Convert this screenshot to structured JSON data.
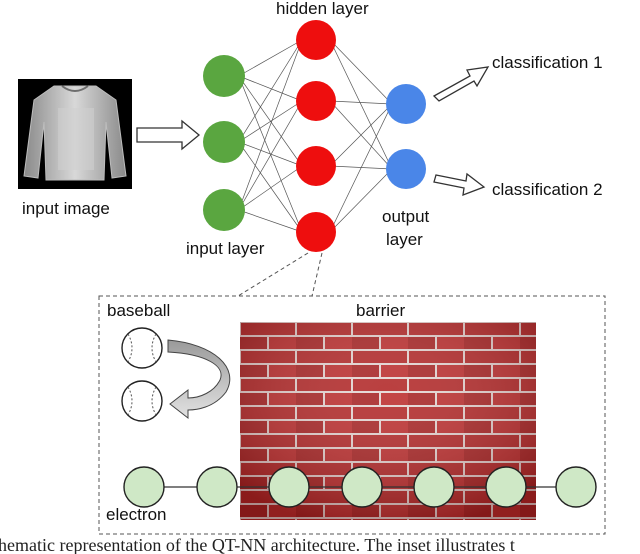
{
  "labels": {
    "hidden_layer": "hidden layer",
    "input_image": "input image",
    "input_layer": "input layer",
    "output_layer_line1": "output",
    "output_layer_line2": "layer",
    "classification_1": "classification 1",
    "classification_2": "classification 2",
    "baseball": "baseball",
    "barrier": "barrier",
    "electron": "electron"
  },
  "caption": "hematic representation of the QT-NN architecture. The inset illustrates t",
  "network": {
    "input_nodes": 3,
    "hidden_nodes": 4,
    "output_nodes": 2,
    "colors": {
      "input": "#5aa640",
      "hidden": "#ee0e0e",
      "output": "#4a86e8",
      "electron": "#cfe8c6",
      "brick": "#b32a2a"
    }
  }
}
